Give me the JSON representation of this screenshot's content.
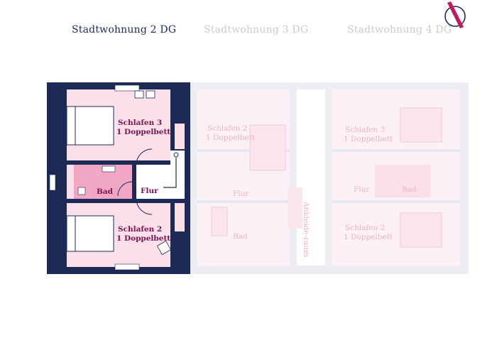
{
  "tabs": [
    {
      "label": "Stadtwohnung 2 DG",
      "active": true
    },
    {
      "label": "Stadtwohnung 3 DG",
      "active": false
    },
    {
      "label": "Stadtwohnung 4 DG",
      "active": false
    }
  ],
  "floorplan": {
    "active_unit": {
      "rooms": {
        "schlafen3": {
          "name": "Schlafen 3",
          "bed": "1 Doppelbett"
        },
        "bad": {
          "name": "Bad"
        },
        "flur": {
          "name": "Flur"
        },
        "schlafen2": {
          "name": "Schlafen 2",
          "bed": "1 Doppelbett"
        }
      }
    },
    "unit3": {
      "rooms": {
        "schlafen2": {
          "name": "Schlafen 2",
          "bed": "1 Doppelbett"
        },
        "flur": {
          "name": "Flur"
        },
        "bad": {
          "name": "Bad"
        },
        "ankleide": {
          "name": "Ankleide-raum"
        }
      }
    },
    "unit4": {
      "rooms": {
        "schlafen3": {
          "name": "Schlafen 3",
          "bed": "1 Doppelbett"
        },
        "flur": {
          "name": "Flur"
        },
        "bad": {
          "name": "Bad"
        },
        "schlafen2": {
          "name": "Schlafen 2",
          "bed": "1 Doppelbett"
        }
      }
    }
  },
  "colors": {
    "navy": "#1d2a55",
    "room_pink": "#fbe0ea",
    "bath_pink": "#f2a8c4",
    "label_purple": "#7a1450",
    "faded_wall": "#e6e8ef",
    "faded_room": "#fdf1f5",
    "brand_accent": "#c2185b"
  },
  "icons": [
    "compass-logo-icon"
  ]
}
